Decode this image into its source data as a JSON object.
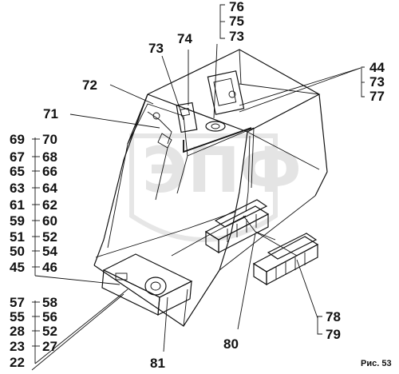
{
  "figure_caption": "Рис. 53",
  "watermark_text": "ЭПФ",
  "callouts": {
    "top_stack": [
      "76",
      "75",
      "73"
    ],
    "c74": "74",
    "c73": "73",
    "c72": "72",
    "c71": "71",
    "right_stack": [
      "44",
      "73",
      "77"
    ],
    "left_pairs_upper": [
      [
        "69",
        "70"
      ],
      [
        "67",
        "68"
      ],
      [
        "65",
        "66"
      ],
      [
        "63",
        "64"
      ],
      [
        "61",
        "62"
      ],
      [
        "59",
        "60"
      ],
      [
        "51",
        "52"
      ],
      [
        "50",
        "54"
      ],
      [
        "45",
        "46"
      ]
    ],
    "left_pairs_lower": [
      [
        "57",
        "58"
      ],
      [
        "55",
        "56"
      ],
      [
        "28",
        "52"
      ],
      [
        "23",
        "27"
      ]
    ],
    "c22": "22",
    "c81": "81",
    "c80": "80",
    "bottom_right_stack": [
      "78",
      "79"
    ]
  },
  "colors": {
    "ink": "#111111",
    "watermark": "#e4e4e4",
    "background": "#ffffff"
  }
}
